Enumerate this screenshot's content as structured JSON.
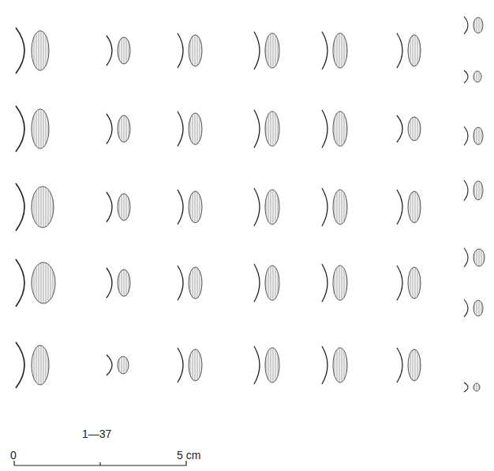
{
  "diagram": {
    "labels": [
      "1—37",
      "0",
      "5 cm"
    ]
  }
}
